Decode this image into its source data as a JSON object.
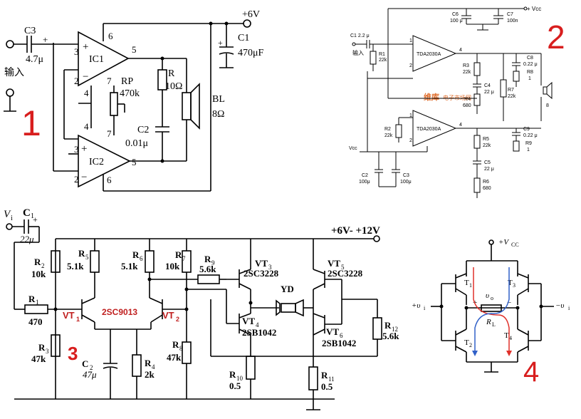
{
  "panel_numbers": {
    "p1": "1",
    "p2": "2",
    "p3": "3",
    "p4": "4"
  },
  "circuit1": {
    "c3": "C3",
    "c3_val": "4.7μ",
    "plus": "+",
    "input_label": "输入",
    "ic1": "IC1",
    "ic2": "IC2",
    "pin_6a": "6",
    "pin_3a": "3",
    "pin_2a": "2",
    "pin_5a": "5",
    "pin_4a": "4",
    "pin_4b": "4",
    "pin_7a": "7",
    "pin_7b": "7",
    "pin_3b": "3",
    "pin_2b": "2",
    "pin_5b": "5",
    "pin_6b": "6",
    "vplus": "+6V",
    "c1": "C1",
    "c1_val": "470μF",
    "rp": "RP",
    "rp_val": "470k",
    "r": "R",
    "r_val": "10Ω",
    "c2": "C2",
    "c2_val": "0.01μ",
    "bl": "BL",
    "bl_val": "8Ω",
    "plus_c1": "+"
  },
  "circuit2": {
    "vcc_top": "+ Vcc",
    "c6": "C6",
    "c6_val": "100 μ",
    "c7": "C7",
    "c7_val": "100n",
    "c1": "C1 2.2 μ",
    "input": "输入",
    "r1": "R1",
    "r1_val": "22k",
    "ic_a": "TDA2030A",
    "ic_b": "TDA2030A",
    "pin1a": "1",
    "pin2a": "2",
    "pin4a": "4",
    "pin1b": "1",
    "pin2b": "2",
    "pin4b": "4",
    "r3": "R3",
    "r3_val": "22k",
    "c4": "C4",
    "c4_val": "22 μ",
    "r4": "R4",
    "r4_val": "680",
    "r7": "R7",
    "r7_val": "22k",
    "c8": "C8",
    "c8_val": "0.22 μ",
    "r8": "R8",
    "r8_val": "1",
    "spk": "8",
    "r2": "R2",
    "r2_val": "22k",
    "r5": "R5",
    "r5_val": "22k",
    "c5": "C5",
    "c5_val": "22 μ",
    "r6": "R6",
    "r6_val": "680",
    "c9": "C9",
    "c9_val": "0.22 μ",
    "r9": "R9",
    "r9_val": "1",
    "vcc_bottom": "Vcc",
    "c2": "C2",
    "c2_val": "100μ",
    "c3": "C3",
    "c3_val": "100μ",
    "wm1": "维库",
    "wm2": "电子市场网"
  },
  "circuit3": {
    "vi": "V",
    "vi_sub": "i",
    "c1": "C",
    "c1_sub": "1",
    "c1_val": "22μ",
    "plus": "+",
    "supply": "+6V- +12V",
    "r2": "R",
    "r2_sub": "2",
    "r2_val": "10k",
    "r5": "R",
    "r5_sub": "5",
    "r5_val": "5.1k",
    "r6": "R",
    "r6_sub": "6",
    "r6_val": "5.1k",
    "r7": "R",
    "r7_sub": "7",
    "r7_val": "10k",
    "r9": "R",
    "r9_sub": "9",
    "r9_val": "5.6k",
    "vt3": "VT",
    "vt3_sub": "3",
    "vt3_type": "2SC3228",
    "vt5": "VT",
    "vt5_sub": "5",
    "vt5_type": "2SC3228",
    "r1": "R",
    "r1_sub": "1",
    "r1_val": "470",
    "vt1": "VT",
    "vt1_sub": "1",
    "vt12_type": "2SC9013",
    "vt2": "VT",
    "vt2_sub": "2",
    "yd": "YD",
    "vt4": "VT",
    "vt4_sub": "4",
    "vt4_type": "2SB1042",
    "vt6": "VT",
    "vt6_sub": "6",
    "vt6_type": "2SB1042",
    "r12": "R",
    "r12_sub": "12",
    "r12_val": "5.6k",
    "r3": "R",
    "r3_sub": "3",
    "r3_val": "47k",
    "c2": "C",
    "c2_sub": "2",
    "c2_val": "47μ",
    "r4": "R",
    "r4_sub": "4",
    "r4_val": "2k",
    "r8": "R",
    "r8_sub": "8",
    "r8_val": "47k",
    "r10": "R",
    "r10_sub": "10",
    "r10_val": "0.5",
    "r11": "R",
    "r11_sub": "11",
    "r11_val": "0.5"
  },
  "circuit4": {
    "vcc": "+V",
    "vcc_sub": "CC",
    "t1": "T",
    "t1_sub": "1",
    "t2": "T",
    "t2_sub": "2",
    "t3": "T",
    "t3_sub": "3",
    "t4": "T",
    "t4_sub": "4",
    "vi_plus": "+υ",
    "vi_plus_sub": "i",
    "vi_minus": "−υ",
    "vi_minus_sub": "i",
    "vo": "υ",
    "vo_sub": "o",
    "plus": "+",
    "minus": "−",
    "rl": "R",
    "rl_sub": "L"
  },
  "colors": {
    "panel_number": "#d81e1e",
    "current_red": "#e0302a",
    "current_blue": "#3060c8",
    "watermark": "#e07030"
  }
}
